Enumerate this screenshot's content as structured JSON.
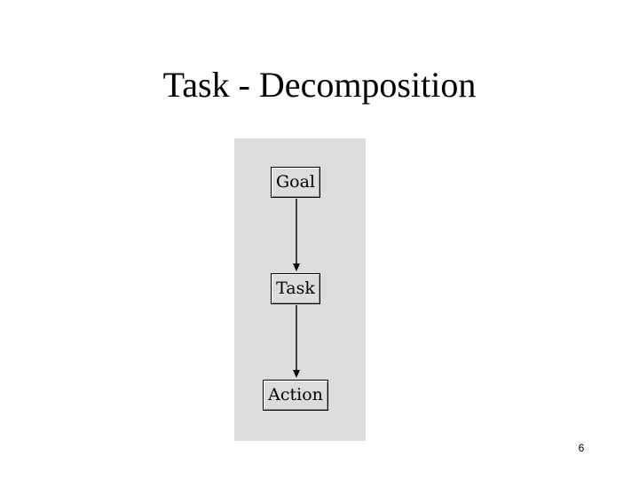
{
  "slide": {
    "title": "Task - Decomposition",
    "page_number": "6"
  },
  "diagram": {
    "background_color": "#dcdcdc",
    "nodes": [
      {
        "label": "Goal"
      },
      {
        "label": "Task"
      },
      {
        "label": "Action"
      }
    ],
    "edges": [
      {
        "from": "Goal",
        "to": "Task"
      },
      {
        "from": "Task",
        "to": "Action"
      }
    ]
  }
}
